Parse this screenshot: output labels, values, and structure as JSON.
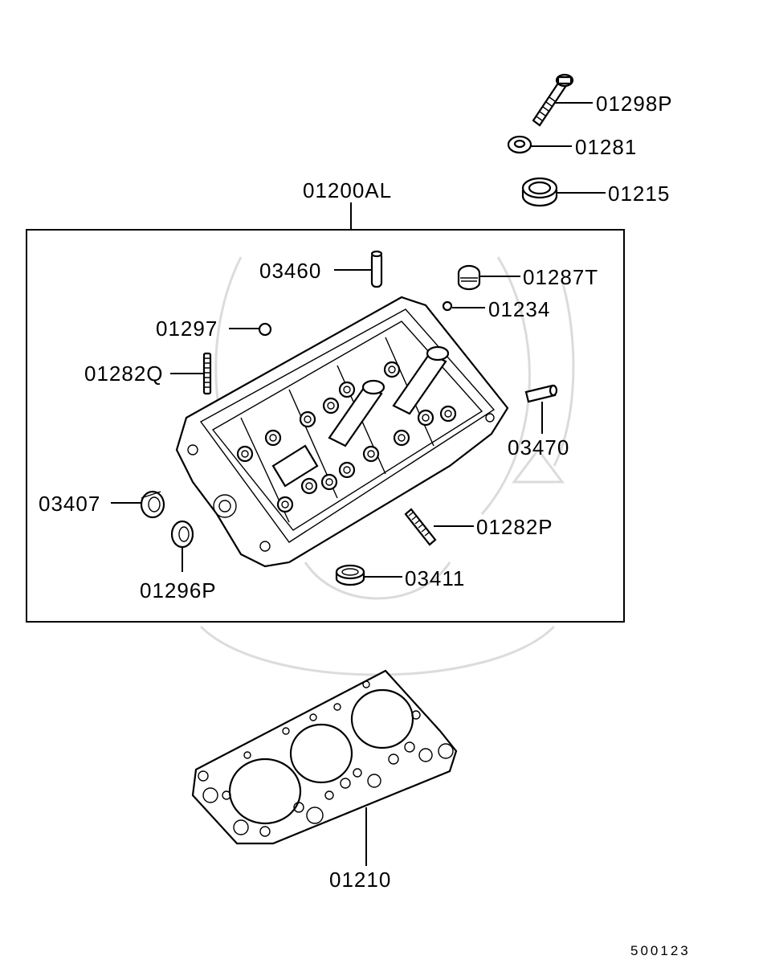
{
  "diagram": {
    "callouts": {
      "p01298p": "01298P",
      "p01281": "01281",
      "p01215": "01215",
      "p01200al": "01200AL",
      "p03460": "03460",
      "p01287t": "01287T",
      "p01234": "01234",
      "p01297": "01297",
      "p01282q": "01282Q",
      "p03470": "03470",
      "p03407": "03407",
      "p01282p": "01282P",
      "p01296p": "01296P",
      "p03411": "03411",
      "p01210": "01210"
    },
    "diagram_number": "500123"
  }
}
